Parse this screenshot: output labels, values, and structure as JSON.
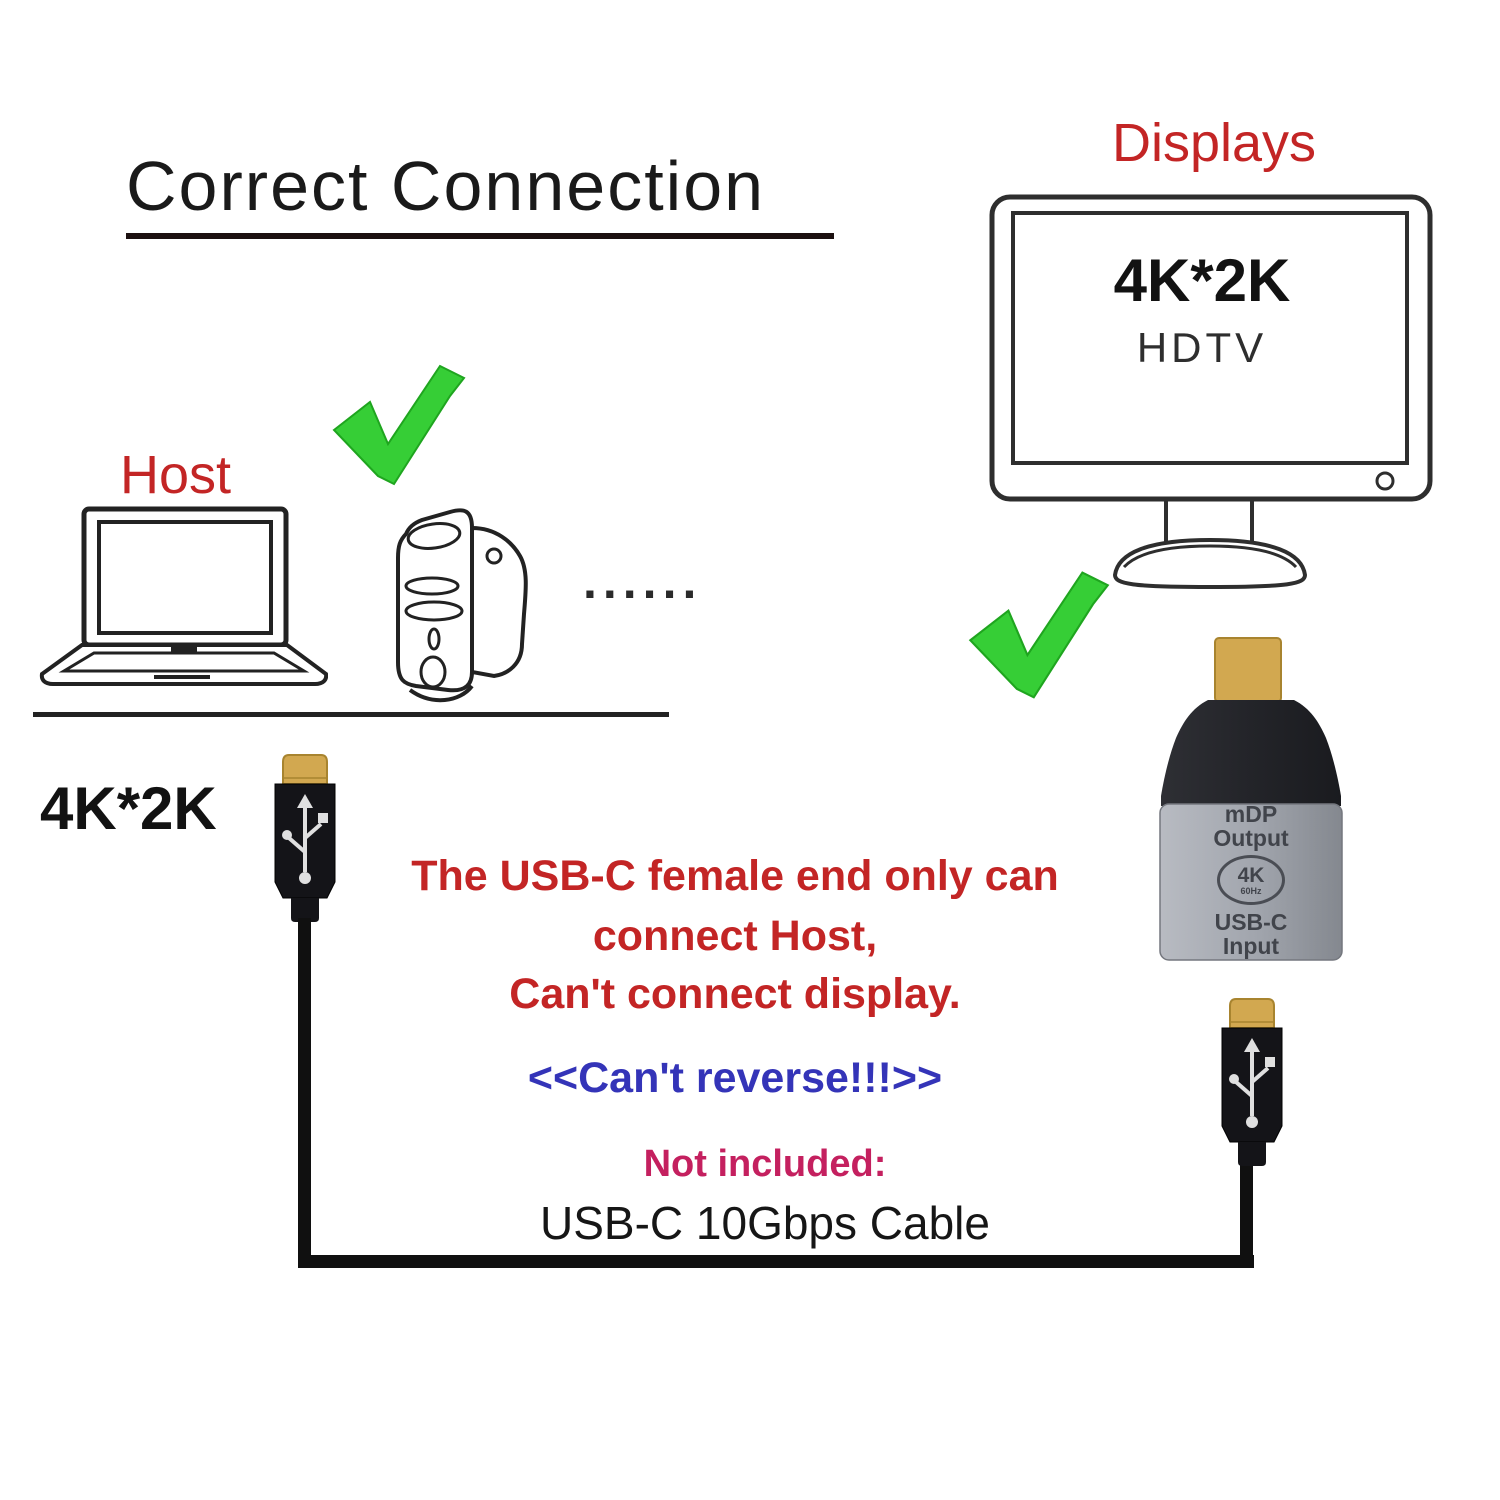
{
  "title": {
    "text": "Correct Connection"
  },
  "displays": {
    "label": "Displays",
    "resolution": "4K*2K",
    "type": "HDTV"
  },
  "host": {
    "label": "Host",
    "resolution": "4K*2K",
    "dots": "......"
  },
  "adapter": {
    "output_line1": "mDP",
    "output_line2": "Output",
    "badge_resolution": "4K",
    "badge_refresh": "60Hz",
    "input_line1": "USB-C",
    "input_line2": "Input"
  },
  "warning": {
    "line1": "The USB-C female end only can",
    "line2": "connect Host,",
    "line3": "Can't connect display.",
    "reverse_note": "<<Can't reverse!!!>>"
  },
  "footer": {
    "not_included": "Not included:",
    "cable_name": "USB-C 10Gbps Cable"
  },
  "colors": {
    "red": "#c32525",
    "blue": "#3434b8",
    "magenta": "#c4205f",
    "green": "#36ce36",
    "green_dark": "#1fa51f",
    "text": "#1a1a1a",
    "gray_text": "#33363d",
    "adapter_label": "#41444b",
    "gold": "#d2a850",
    "gold_dark": "#a8842f",
    "cable": "#101010",
    "line": "#2e2e2e"
  }
}
